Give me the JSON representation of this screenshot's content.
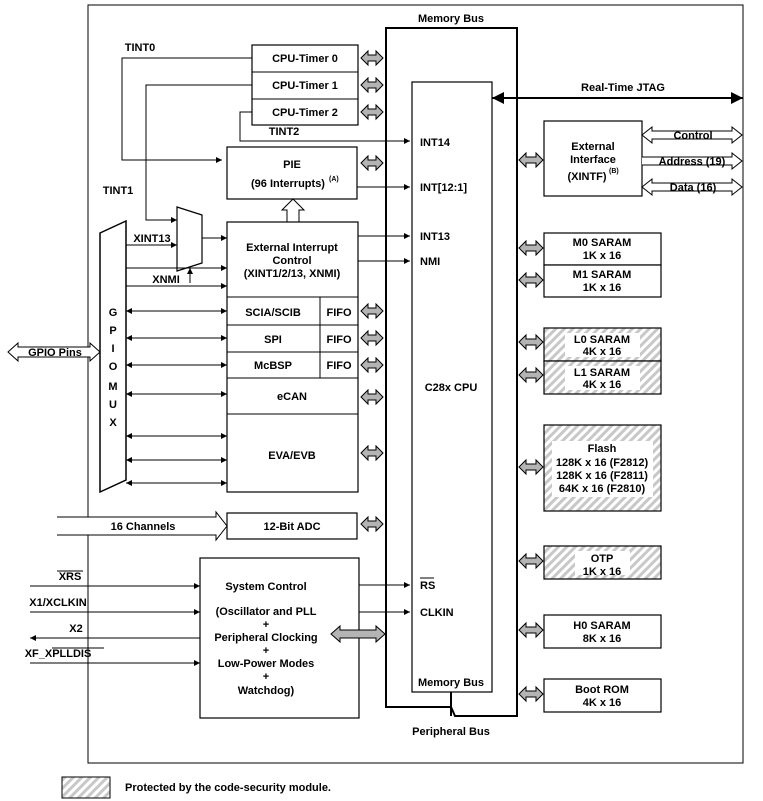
{
  "labels": {
    "memory_bus_top": "Memory Bus",
    "memory_bus_bottom": "Memory Bus",
    "peripheral_bus": "Peripheral Bus",
    "real_time_jtag": "Real-Time JTAG",
    "cpu": "C28x CPU",
    "int14": "INT14",
    "int12_1": "INT[12:1]",
    "int13": "INT13",
    "nmi": "NMI",
    "rs": "RS",
    "clkin": "CLKIN",
    "tint0": "TINT0",
    "tint1": "TINT1",
    "tint2": "TINT2",
    "xint13": "XINT13",
    "xnmi": "XNMI",
    "gpio_pins": "GPIO Pins",
    "gpio_mux": [
      "G",
      "P",
      "I",
      "O",
      "M",
      "U",
      "X"
    ],
    "sixteen_channels": "16 Channels",
    "xrs": "XRS",
    "x1": "X1/XCLKIN",
    "x2": "X2",
    "xf": "XF_XPLLDIS",
    "control": "Control",
    "address": "Address (19)",
    "data": "Data (16)",
    "legend": "Protected by the code-security module."
  },
  "blocks": {
    "timer0": "CPU-Timer 0",
    "timer1": "CPU-Timer 1",
    "timer2": "CPU-Timer 2",
    "pie_line1": "PIE",
    "pie_line2": "(96 Interrupts)",
    "pie_sup": "(A)",
    "ext_int_line1": "External Interrupt",
    "ext_int_line2": "Control",
    "ext_int_line3": "(XINT1/2/13, XNMI)",
    "scia": "SCIA/SCIB",
    "spi": "SPI",
    "mcbsp": "McBSP",
    "fifo": "FIFO",
    "ecan": "eCAN",
    "eva": "EVA/EVB",
    "adc": "12-Bit ADC",
    "sysctl": [
      "System Control",
      "(Oscillator and PLL",
      "+",
      "Peripheral Clocking",
      "+",
      "Low-Power Modes",
      "+",
      "Watchdog)"
    ],
    "ext_if_line1": "External",
    "ext_if_line2": "Interface",
    "ext_if_line3": "(XINTF)",
    "ext_if_sup": "(B)",
    "m0": [
      "M0 SARAM",
      "1K x 16"
    ],
    "m1": [
      "M1 SARAM",
      "1K x 16"
    ],
    "l0": [
      "L0 SARAM",
      "4K x 16"
    ],
    "l1": [
      "L1 SARAM",
      "4K x 16"
    ],
    "flash": [
      "Flash",
      "128K x 16 (F2812)",
      "128K x 16 (F2811)",
      "64K x 16 (F2810)"
    ],
    "otp": [
      "OTP",
      "1K x 16"
    ],
    "h0": [
      "H0 SARAM",
      "8K x 16"
    ],
    "boot": [
      "Boot ROM",
      "4K x 16"
    ]
  }
}
